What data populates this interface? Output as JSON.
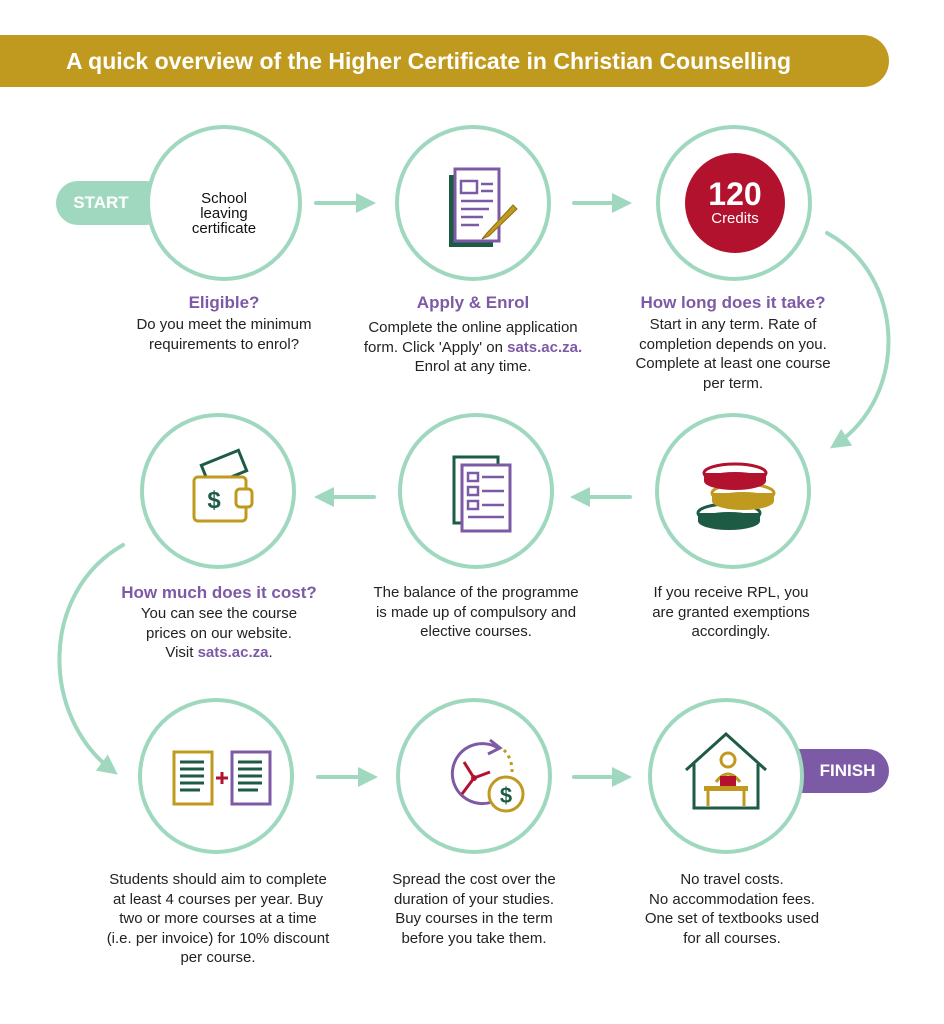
{
  "title": "A quick overview of the Higher Certificate in Christian Counselling",
  "start_label": "START",
  "finish_label": "FINISH",
  "colors": {
    "gold": "#c09a1f",
    "mint": "#9fd8bf",
    "purple": "#7d5aa6",
    "green": "#1e5b45",
    "crimson": "#b3122e"
  },
  "steps": [
    {
      "icon": "school-leaving-certificate",
      "circle_text": [
        "School",
        "leaving",
        "certificate"
      ],
      "title": "Eligible?",
      "text": [
        "Do you meet the minimum",
        "requirements to enrol?"
      ]
    },
    {
      "icon": "application-form-icon",
      "title": "Apply & Enrol",
      "text_pre": [
        "Complete the online application",
        "form. Click 'Apply' on "
      ],
      "link": "sats.ac.za.",
      "text_post": "Enrol at any time."
    },
    {
      "icon": "credits-badge",
      "badge_number": "120",
      "badge_label": "Credits",
      "title": "How long does it take?",
      "text": [
        "Start in any term. Rate of",
        "completion depends on you.",
        "Complete at least one course",
        "per term."
      ]
    },
    {
      "icon": "coins-icon",
      "text": [
        "If you receive RPL, you",
        "are granted exemptions",
        "accordingly."
      ]
    },
    {
      "icon": "documents-icon",
      "text": [
        "The balance of the programme",
        "is made up of compulsory and",
        "elective courses."
      ]
    },
    {
      "icon": "wallet-icon",
      "title": "How much does it cost?",
      "text": [
        "You can see the course",
        "prices on our website."
      ],
      "link_pre": "Visit ",
      "link": "sats.ac.za",
      "link_post": "."
    },
    {
      "icon": "course-plus-course-icon",
      "text": [
        "Students should aim to complete",
        "at least 4 courses per year. Buy",
        "two or more courses at a time",
        "(i.e. per invoice) for 10% discount",
        "per course."
      ]
    },
    {
      "icon": "clock-money-icon",
      "text": [
        "Spread the cost over the",
        "duration of your studies.",
        "Buy courses in the term",
        "before you take them."
      ]
    },
    {
      "icon": "house-study-icon",
      "text": [
        "No travel costs.",
        "No accommodation fees.",
        "One set of textbooks used",
        "for all courses."
      ]
    }
  ]
}
